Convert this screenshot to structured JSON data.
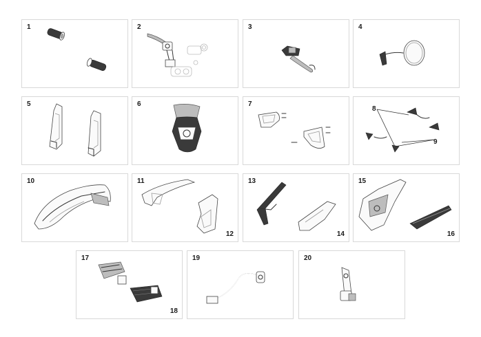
{
  "parts": [
    {
      "id": "grips",
      "label": "1"
    },
    {
      "id": "lever-master-cylinder",
      "label": "2"
    },
    {
      "id": "lever-guard",
      "label": "3"
    },
    {
      "id": "mirror",
      "label": "4"
    },
    {
      "id": "fork-guards",
      "label": "5"
    },
    {
      "id": "headlight-mask",
      "label": "6"
    },
    {
      "id": "hand-guards",
      "label": "7"
    },
    {
      "id": "turn-signals",
      "label": "8",
      "label2": "9"
    },
    {
      "id": "front-fender",
      "label": "10"
    },
    {
      "id": "radiator-shrouds",
      "label": "11",
      "label2": "12"
    },
    {
      "id": "side-panels",
      "label": "13",
      "label2": "14"
    },
    {
      "id": "rear-fender",
      "label": "15",
      "label2": "16"
    },
    {
      "id": "footpegs",
      "label": "17",
      "label2": "18"
    },
    {
      "id": "brake-pedal",
      "label": "19"
    },
    {
      "id": "side-stand",
      "label": "20"
    }
  ]
}
